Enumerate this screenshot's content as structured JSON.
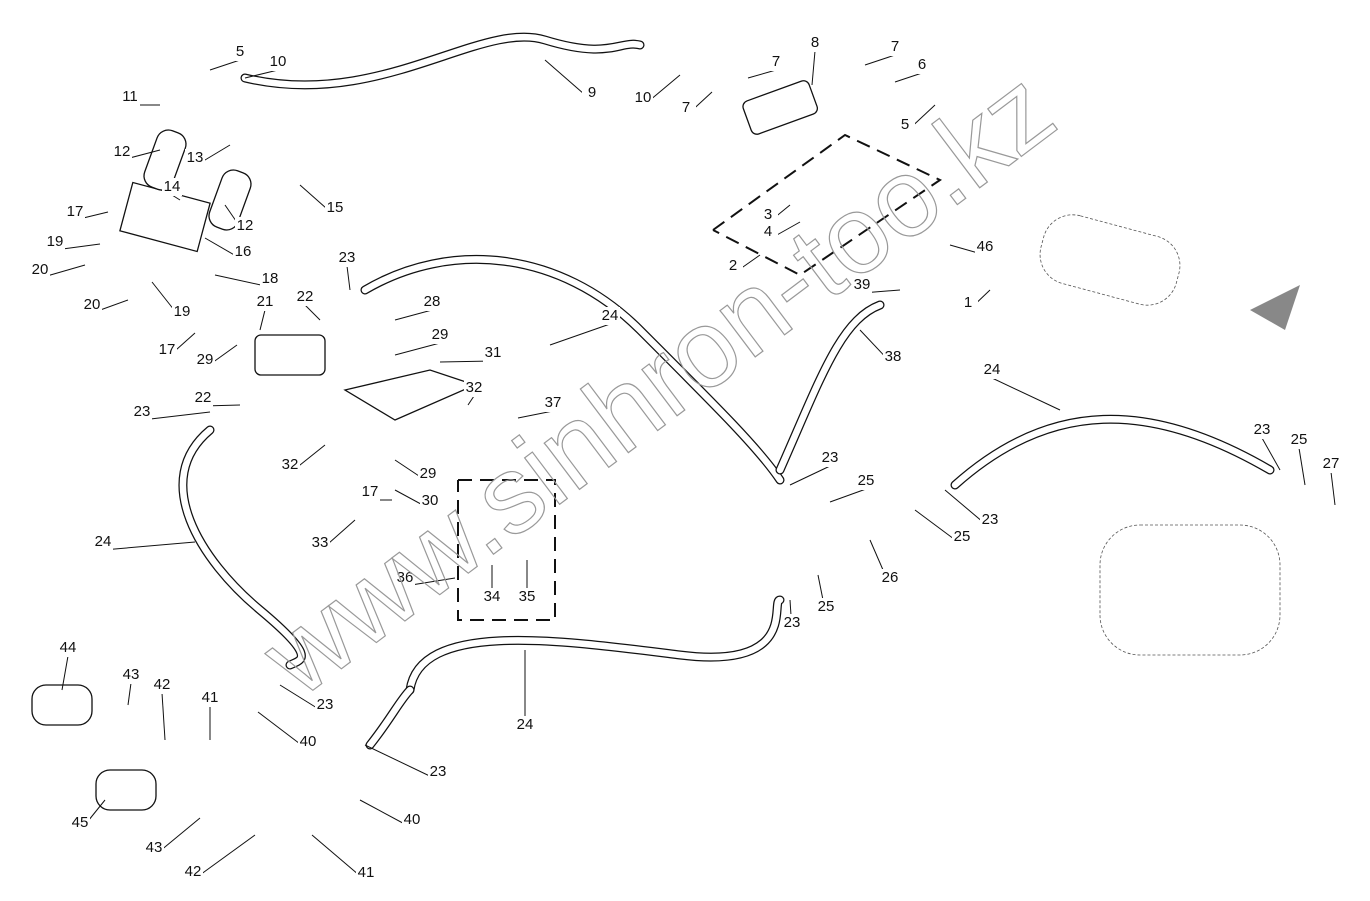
{
  "diagram": {
    "callouts": [
      "5",
      "10",
      "9",
      "10",
      "7",
      "7",
      "8",
      "7",
      "6",
      "5",
      "11",
      "12",
      "13",
      "14",
      "15",
      "17",
      "19",
      "16",
      "12",
      "20",
      "18",
      "20",
      "19",
      "3",
      "4",
      "2",
      "1",
      "46",
      "39",
      "38",
      "21",
      "22",
      "23",
      "28",
      "29",
      "31",
      "24",
      "17",
      "29",
      "32",
      "37",
      "22",
      "23",
      "24",
      "23",
      "25",
      "23",
      "25",
      "27",
      "32",
      "29",
      "30",
      "17",
      "23",
      "25",
      "26",
      "33",
      "36",
      "24",
      "34",
      "35",
      "25",
      "23",
      "44",
      "43",
      "42",
      "41",
      "23",
      "40",
      "24",
      "23",
      "45",
      "40",
      "43",
      "42",
      "41"
    ],
    "watermark": "www.sinhron-too.kz",
    "line_color": "#111111",
    "watermark_color": "#999999"
  }
}
